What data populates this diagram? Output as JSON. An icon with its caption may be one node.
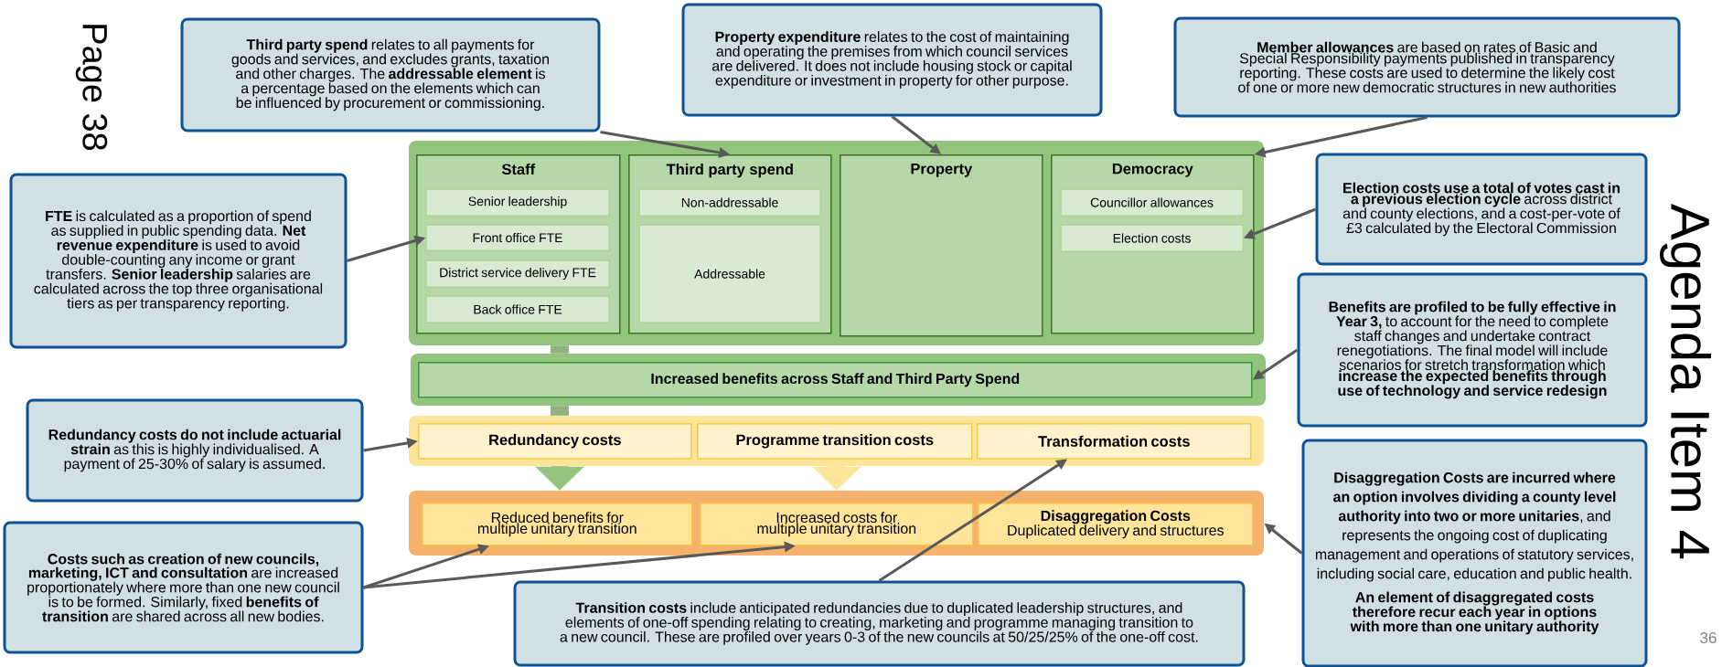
{
  "diagram": {
    "nodes": [
      {
        "text": [
          "**Third party spend** relates to all payments for goods and services, and excludes grants, taxation and other charges. The **addressable element** is a percentage based on the elements which can be influenced by procurement or commissioning."
        ]
      },
      {
        "text": [
          "**Property expenditure** relates to the cost of maintaining and operating the premises from which council services are delivered. It does not include housing stock or capital expenditure or investment in property for other purpose."
        ]
      },
      {
        "text": [
          "**Member allowances** are based on rates of Basic and Special Responsibility payments published in transparency reporting. These costs are used to determine the likely cost of one or more new democratic structures in new authorities"
        ]
      },
      {
        "text": [
          "**FTE** is calculated as a proportion of spend as supplied in public spending data. **Net revenue expenditure** is used to avoid double-counting any income or grant transfers. **Senior leadership** salaries are calculated across the top three organisational tiers as per transparency reporting."
        ]
      },
      {
        "text": [],
        "shape": "box"
      },
      {
        "text": [
          "Staff"
        ],
        "in": 4
      },
      {
        "text": [
          "Senior leadership"
        ],
        "in": 5
      },
      {
        "text": [
          "Front office FTE"
        ],
        "in": 5
      },
      {
        "text": [
          "District service delivery FTE"
        ],
        "in": 5
      },
      {
        "text": [
          "Back office FTE"
        ],
        "in": 5
      },
      {
        "text": [
          "Third party spend"
        ],
        "in": 4
      },
      {
        "text": [
          "Non-addressable"
        ],
        "in": 10
      },
      {
        "text": [
          "Addressable"
        ],
        "in": 10
      },
      {
        "text": [
          "Property"
        ],
        "in": 4
      },
      {
        "text": [
          "Democracy"
        ],
        "in": 4
      },
      {
        "text": [
          "Councillor allowances"
        ],
        "in": 14
      },
      {
        "text": [
          "Election costs"
        ],
        "in": 14
      },
      {
        "text": [
          "**Election costs use a total of votes cast in a previous election cycle** across district and county elections, and a cost-per-vote of £3 calculated by the Electoral Commission"
        ]
      },
      {
        "text": [],
        "shape": "box"
      },
      {
        "text": [
          "Increased benefits across Staff and Third Party Spend"
        ],
        "in": 18
      },
      {
        "text": [
          "**Benefits are profiled to be fully effective in Year 3,** to account for the need to complete staff changes and undertake contract renegotiations. The final model will include scenarios for stretch transformation which **increase the expected benefits through use of technology and service redesign**"
        ]
      },
      {
        "text": [
          "**Redundancy costs do not include actuarial strain** as this is highly individualised. A payment of 25-30% of salary is assumed."
        ]
      },
      {
        "text": [],
        "shape": "box"
      },
      {
        "text": [
          "Redundancy costs"
        ],
        "in": 22
      },
      {
        "text": [
          "Programme transition costs"
        ],
        "in": 22
      },
      {
        "text": [
          "Transformation costs"
        ],
        "in": 22
      },
      {
        "text": [
          "**Disaggregation Costs are incurred where an option involves dividing a county level authority into two or more unitaries**, and represents the ongoing cost of duplicating management and operations of statutory services, including social care, education and public health.",
          "An element of disaggregated costs therefore recur each year in options with more than one unitary authority"
        ]
      },
      {
        "text": [],
        "shape": "box"
      },
      {
        "text": [
          "Reduced benefits for multiple unitary transition"
        ],
        "in": 27
      },
      {
        "text": [
          "Increased costs for multiple unitary transition"
        ],
        "in": 27
      },
      {
        "text": [
          "Disaggregation Costs",
          "Duplicated delivery and structures"
        ],
        "in": 27
      },
      {
        "text": [
          "**Costs such as creation of new councils, marketing, ICT and consultation** are increased proportionately where more than one new council is to be formed. Similarly, fixed **benefits of transition** are shared across all new bodies."
        ]
      },
      {
        "text": [
          "**Transition costs** include anticipated redundancies due to duplicated leadership structures, and elements of one-off spending relating to creating, marketing and programme managing transition to a new council. These are profiled over years 0-3 of the new councils at 50/25/25% of the one-off cost."
        ]
      }
    ],
    "edges": [
      {
        "from": 0,
        "to": 10,
        "arrow": "to"
      },
      {
        "from": 1,
        "to": 13,
        "arrow": "to"
      },
      {
        "from": 2,
        "to": 14,
        "arrow": "to"
      },
      {
        "from": 3,
        "to": 7,
        "arrow": "to"
      },
      {
        "from": 17,
        "to": 16,
        "arrow": "to"
      },
      {
        "from": 20,
        "to": 19,
        "arrow": "to"
      },
      {
        "from": 21,
        "to": 23,
        "arrow": "to"
      },
      {
        "from": 31,
        "to": 28,
        "arrow": "to"
      },
      {
        "from": 31,
        "to": 29,
        "arrow": "to"
      },
      {
        "from": 32,
        "to": 25,
        "arrow": "to"
      },
      {
        "from": 26,
        "to": 27,
        "arrow": "to"
      },
      {
        "from": 4,
        "to": 18,
        "arrow": "none",
        "style": "thick",
        "color": "#8fb27f"
      },
      {
        "from": 18,
        "to": 22,
        "arrow": "none",
        "style": "thick",
        "color": "#8fb27f"
      },
      {
        "from": 22,
        "to": 27,
        "arrow": "to",
        "style": "thick",
        "color": "#93c47d"
      },
      {
        "from": 22,
        "to": 27,
        "arrow": "to",
        "style": "thick",
        "color": "#ffe599"
      }
    ],
    "labels": [
      "Page 38",
      "Agenda Item 4",
      "36"
    ]
  }
}
